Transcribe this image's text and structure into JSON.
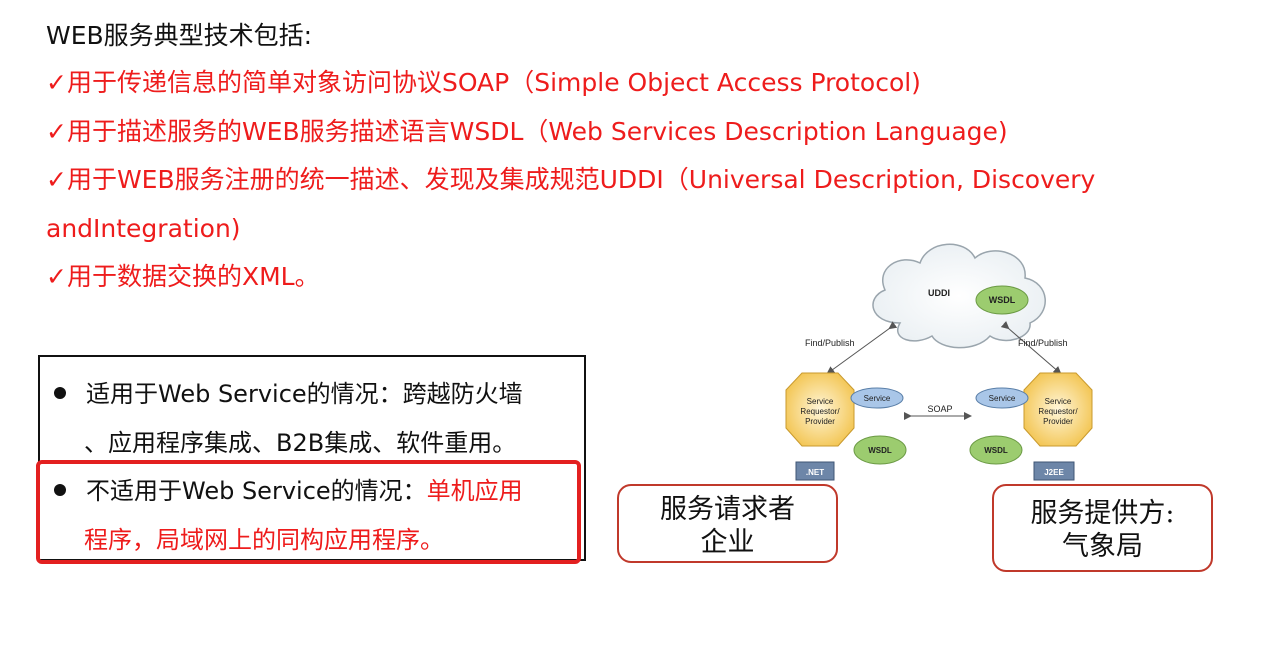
{
  "heading": "WEB服务典型技术包括:",
  "techs": {
    "soap": "✓用于传递信息的简单对象访问协议SOAP（Simple Object Access Protocol)",
    "wsdl": "✓用于描述服务的WEB服务描述语言WSDL（Web Services Description Language)",
    "uddi_line1": "✓用于WEB服务注册的统一描述、发现及集成规范UDDI（Universal Description, Discovery",
    "uddi_line2": "andIntegration)",
    "xml": "✓用于数据交换的XML。"
  },
  "box": {
    "suitable_line1": "适用于Web Service的情况：跨越防火墙",
    "suitable_line2": "、应用程序集成、B2B集成、软件重用。",
    "unsuitable_prefix": "不适用于Web Service的情况：",
    "unsuitable_red1": "单机应用",
    "unsuitable_red2": "程序，局域网上的同构应用程序。"
  },
  "diagram": {
    "uddi": "UDDI",
    "wsdl": "WSDL",
    "find_publish": "Find/Publish",
    "service": "Service",
    "soap": "SOAP",
    "node_line1": "Service",
    "node_line2": "Requestor/",
    "node_line3": "Provider",
    "net": ".NET",
    "j2ee": "J2EE"
  },
  "callouts": {
    "requester_line1": "服务请求者",
    "requester_line2": "企业",
    "provider_line1": "服务提供方:",
    "provider_line2": "气象局"
  }
}
